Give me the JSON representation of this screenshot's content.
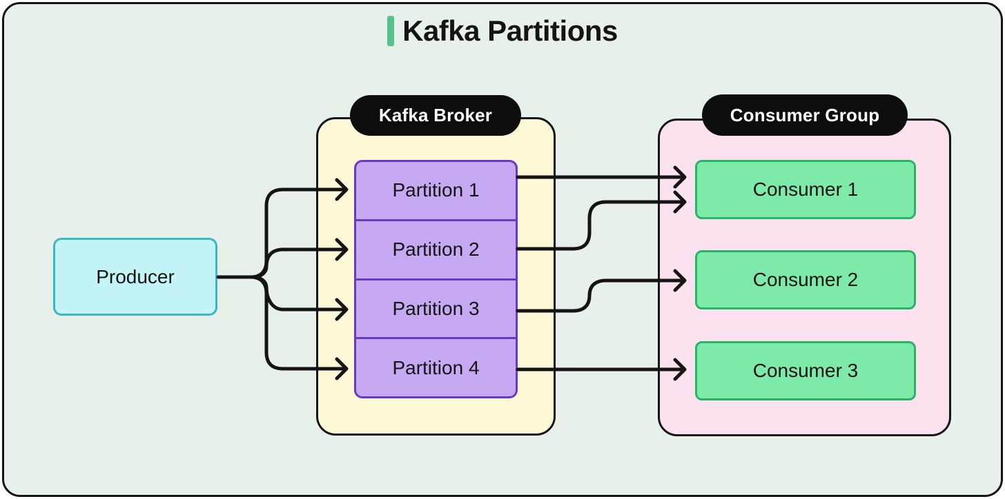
{
  "title": {
    "text": "Kafka Partitions"
  },
  "producer": {
    "label": "Producer"
  },
  "broker": {
    "label": "Kafka Broker",
    "partitions": [
      "Partition 1",
      "Partition 2",
      "Partition 3",
      "Partition 4"
    ]
  },
  "consumer_group": {
    "label": "Consumer Group",
    "consumers": [
      "Consumer 1",
      "Consumer 2",
      "Consumer 3"
    ]
  },
  "edges": [
    {
      "from": "Producer",
      "to": "Partition 1"
    },
    {
      "from": "Producer",
      "to": "Partition 2"
    },
    {
      "from": "Producer",
      "to": "Partition 3"
    },
    {
      "from": "Producer",
      "to": "Partition 4"
    },
    {
      "from": "Partition 1",
      "to": "Consumer 1"
    },
    {
      "from": "Partition 2",
      "to": "Consumer 1"
    },
    {
      "from": "Partition 3",
      "to": "Consumer 2"
    },
    {
      "from": "Partition 4",
      "to": "Consumer 3"
    }
  ],
  "colors": {
    "canvas_background": "#e8f0eb",
    "outline_black": "#141414",
    "title_accent_green": "#56c289",
    "producer_fill": "#c2f4f8",
    "producer_border": "#3ab8c4",
    "broker_fill": "#fdf9d6",
    "partition_fill": "#c7a9f3",
    "partition_border": "#6d35c8",
    "consumer_group_fill": "#fce1ef",
    "consumer_fill": "#7deaa9",
    "consumer_border": "#26b469",
    "pill_background": "#0d0d0d",
    "pill_text": "#ffffff"
  }
}
